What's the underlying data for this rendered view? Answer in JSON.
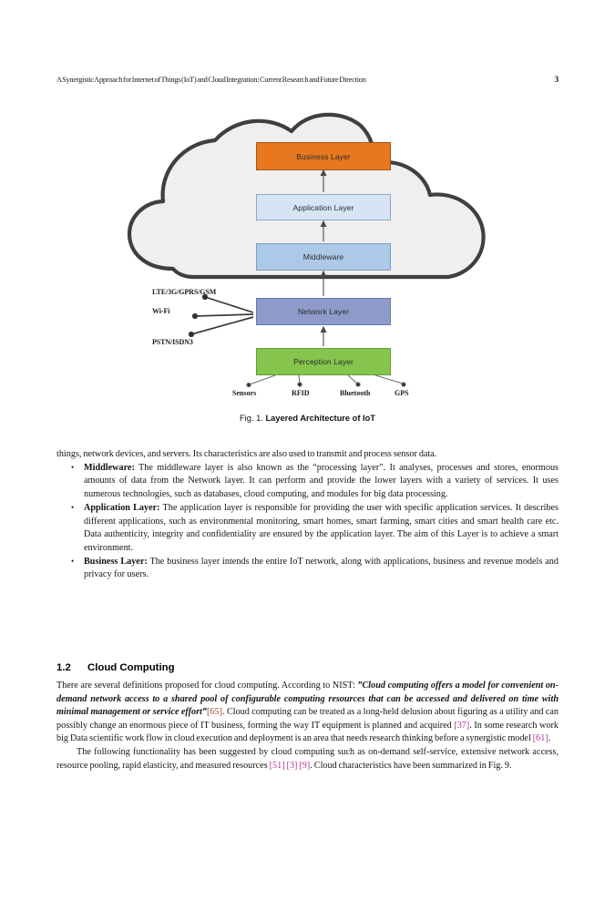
{
  "header": {
    "title": "A Synergistic Approach for Internet of Things (IoT) and Cloud Integration: Current Research and Future Direction",
    "page_number": "3"
  },
  "figure": {
    "caption_number": "Fig. 1.",
    "caption_text": "Layered Architecture of IoT",
    "layers": [
      {
        "id": "business",
        "label": "Business Layer",
        "color": "#e8781f"
      },
      {
        "id": "application",
        "label": "Application Layer",
        "color": "#d6e4f4"
      },
      {
        "id": "middleware",
        "label": "Middleware",
        "color": "#adc9e8"
      },
      {
        "id": "network",
        "label": "Network Layer",
        "color": "#8e9bca"
      },
      {
        "id": "perception",
        "label": "Perception Layer",
        "color": "#85c44d"
      }
    ],
    "network_labels": [
      "LTE/3G/GPRS/GSM",
      "Wi-Fi",
      "PSTN/ISDN3"
    ],
    "device_labels": [
      "Sensors",
      "RFID",
      "Bluetooth",
      "GPS"
    ],
    "cloud_outline_color": "#3f3f3f",
    "cloud_fill_color": "#efefef"
  },
  "body": {
    "continuation": "things, network devices, and servers. Its characteristics are also used to transmit and process sensor data.",
    "bullets": [
      {
        "lead": "Middleware:",
        "text": " The middleware layer is also known as the “processing layer”. It analyses, processes and stores, enormous amounts of data from the Network layer. It can perform and provide the lower layers with a variety of services. It uses numerous technologies, such as databases, cloud computing, and modules for big data processing."
      },
      {
        "lead": "Application Layer:",
        "text": " The application layer is responsible for providing the user with specific application services. It describes different applications, such as environmental monitoring, smart homes, smart farming, smart cities and smart health care etc. Data authenticity, integrity and confidentiality are ensured by the application layer. The aim of this Layer is to achieve a smart environment."
      },
      {
        "lead": "Business Layer:",
        "text": " The business layer intends the entire IoT network, along with applications, business and revenue models and privacy for users."
      }
    ]
  },
  "section": {
    "number": "1.2",
    "title": "Cloud Computing",
    "paragraph1": {
      "part1": "There are several definitions proposed for cloud computing. According to NIST: ",
      "quote": "”Cloud computing offers a model for convenient on-demand network access to a shared pool of configurable computing resources that can be accessed and delivered on time with minimal management or service effort”",
      "cite1": "[65]",
      "part2": ". Cloud computing can be treated as a long-held delusion about figuring as a utility and can possibly change an enormous piece of IT business, forming the way IT equipment is planned and acquired ",
      "cite2": "[37]",
      "part3": ". In some research work big Data scientific work flow in cloud execution and deployment is an area that needs research thinking before a synergistic model ",
      "cite3": "[61]",
      "part4": "."
    },
    "paragraph2": {
      "part1": "The following functionality has been suggested by cloud computing such as on-demand self-service, extensive network access, resource pooling, rapid elasticity, and measured resources ",
      "cite1": "[51]",
      "sep1": " ",
      "cite2": "[3]",
      "sep2": " ",
      "cite3": "[9]",
      "part2": ". Cloud characteristics have been summarized in Fig. 9."
    }
  }
}
